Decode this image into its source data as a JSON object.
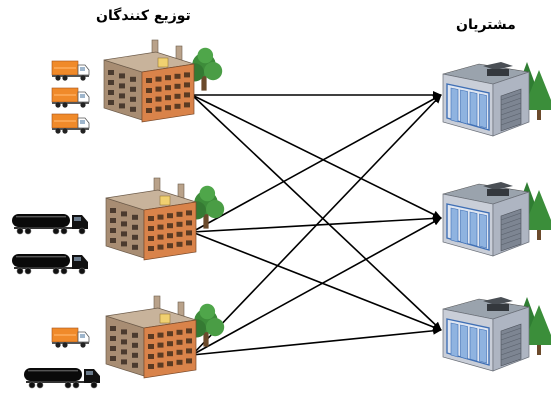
{
  "headers": {
    "distributors": "توزیع کنندگان",
    "customers": "مشتریان"
  },
  "distributors": [
    {
      "fleet": [
        "small-truck",
        "small-truck",
        "small-truck"
      ]
    },
    {
      "fleet": [
        "tanker-truck",
        "tanker-truck"
      ]
    },
    {
      "fleet": [
        "small-truck",
        "tanker-truck"
      ]
    }
  ],
  "customers": [
    {},
    {},
    {}
  ],
  "connections": "every distributor linked to every customer",
  "colors": {
    "factory_brick": "#d9834a",
    "factory_side": "#a88d73",
    "truck_cargo": "#f08a2a",
    "tanker": "#0a0a0a",
    "store_wall": "#c9ced8",
    "store_glass": "#3f6fb5",
    "tree": "#3d8c3a",
    "arrow": "#000000"
  }
}
